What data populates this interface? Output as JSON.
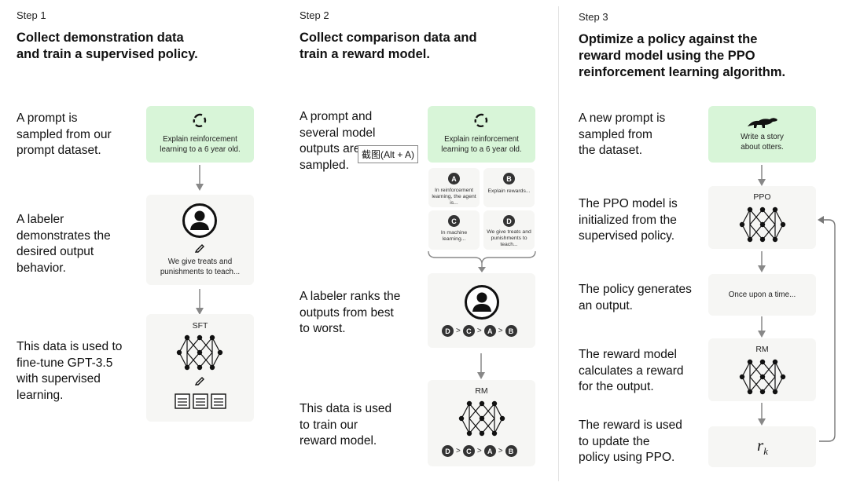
{
  "step1": {
    "label": "Step 1",
    "title_line1": "Collect demonstration data",
    "title_line2": "and train a supervised policy.",
    "descs": [
      [
        "A prompt is",
        "sampled from our",
        "prompt dataset."
      ],
      [
        "A labeler",
        "demonstrates the",
        "desired output",
        "behavior."
      ],
      [
        "This data is used to",
        "fine-tune GPT-3.5",
        "with supervised",
        "learning."
      ]
    ],
    "prompt_line1": "Explain reinforcement",
    "prompt_line2": "learning to a 6 year old.",
    "demo_line1": "We give treats and",
    "demo_line2": "punishments to teach...",
    "model_label": "SFT"
  },
  "step2": {
    "label": "Step 2",
    "title_line1": "Collect comparison data and",
    "title_line2": "train a reward model.",
    "descs": [
      [
        "A prompt and",
        "several model",
        "outputs are",
        "sampled."
      ],
      [
        "A labeler ranks the",
        "outputs from best",
        "to worst."
      ],
      [
        "This data is used",
        "to train our",
        "reward model."
      ]
    ],
    "prompt_line1": "Explain reinforcement",
    "prompt_line2": "learning to a 6 year old.",
    "outputs": [
      {
        "letter": "A",
        "text": "In reinforcement learning, the agent is..."
      },
      {
        "letter": "B",
        "text": "Explain rewards..."
      },
      {
        "letter": "C",
        "text": "In machine learning..."
      },
      {
        "letter": "D",
        "text": "We give treats and punishments to teach..."
      }
    ],
    "ranking": [
      "D",
      "C",
      "A",
      "B"
    ],
    "model_label": "RM",
    "tooltip": "截图(Alt + A)"
  },
  "step3": {
    "label": "Step 3",
    "title_line1": "Optimize a policy against the",
    "title_line2": "reward model using the PPO",
    "title_line3": "reinforcement learning algorithm.",
    "descs": [
      [
        "A new prompt is",
        "sampled from",
        "the dataset."
      ],
      [
        "The PPO model is",
        "initialized from the",
        "supervised policy."
      ],
      [
        "The policy generates",
        "an output."
      ],
      [
        "The reward model",
        "calculates a reward",
        "for the output."
      ],
      [
        "The reward is used",
        "to update the",
        "policy using PPO."
      ]
    ],
    "prompt_line1": "Write a story",
    "prompt_line2": "about otters.",
    "ppo_label": "PPO",
    "output_text": "Once upon a time...",
    "rm_label": "RM",
    "reward_symbol": "r",
    "reward_sub": "k"
  }
}
